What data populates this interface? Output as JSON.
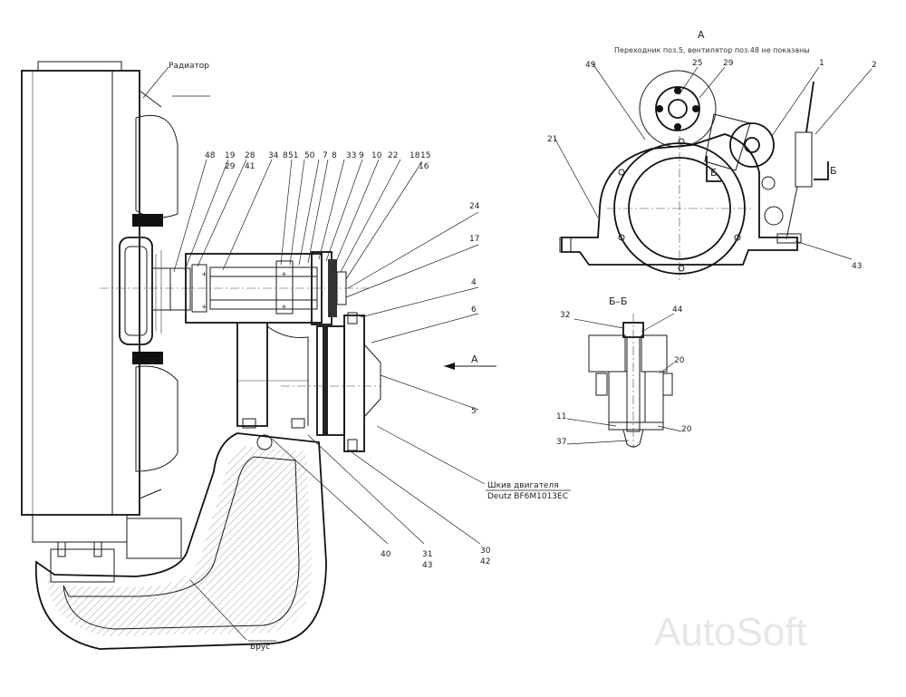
{
  "labels": {
    "radiator": "Радиатор",
    "beam": "Брус",
    "engine_pulley_line1": "Шкив двигателя",
    "engine_pulley_line2": "Deutz BF6M1013EC",
    "view_a_title": "А",
    "view_a_note": "Переходник поз.5, вентилятор поз.48 не показаны",
    "section_title": "Б–Б",
    "arrow_a": "А",
    "cut_b_left": "Б",
    "cut_b_right": "Б",
    "watermark": "AutoSoft"
  },
  "callouts_main": [
    "48",
    "19",
    "29",
    "28",
    "41",
    "34",
    "8",
    "51",
    "50",
    "7",
    "8",
    "33",
    "9",
    "10",
    "22",
    "18",
    "15",
    "16",
    "24",
    "17",
    "4",
    "6",
    "5",
    "40",
    "31",
    "43",
    "30",
    "42"
  ],
  "callouts_view_a": [
    "49",
    "25",
    "29",
    "1",
    "2",
    "21",
    "43"
  ],
  "callouts_section": [
    "32",
    "44",
    "20",
    "11",
    "20",
    "37"
  ]
}
